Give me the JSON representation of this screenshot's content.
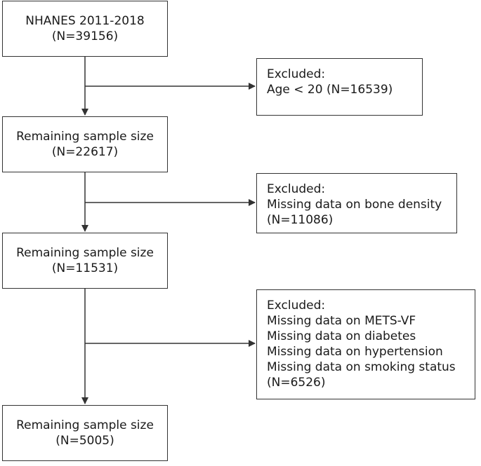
{
  "flowchart": {
    "start": {
      "title": "NHANES 2011-2018",
      "count": "(N=39156)"
    },
    "remaining": [
      {
        "title": "Remaining sample size",
        "count": "(N=22617)"
      },
      {
        "title": "Remaining sample size",
        "count": "(N=11531)"
      },
      {
        "title": "Remaining sample size",
        "count": "(N=5005)"
      }
    ],
    "excluded": [
      {
        "heading": "Excluded:",
        "reasons": [
          "Age < 20 (N=16539)"
        ]
      },
      {
        "heading": "Excluded:",
        "reasons": [
          "Missing data on bone density",
          "(N=11086)"
        ]
      },
      {
        "heading": "Excluded:",
        "reasons": [
          "Missing data on METS-VF",
          "Missing data on diabetes",
          "Missing data on hypertension",
          "Missing data on smoking status",
          "(N=6526)"
        ]
      }
    ]
  }
}
